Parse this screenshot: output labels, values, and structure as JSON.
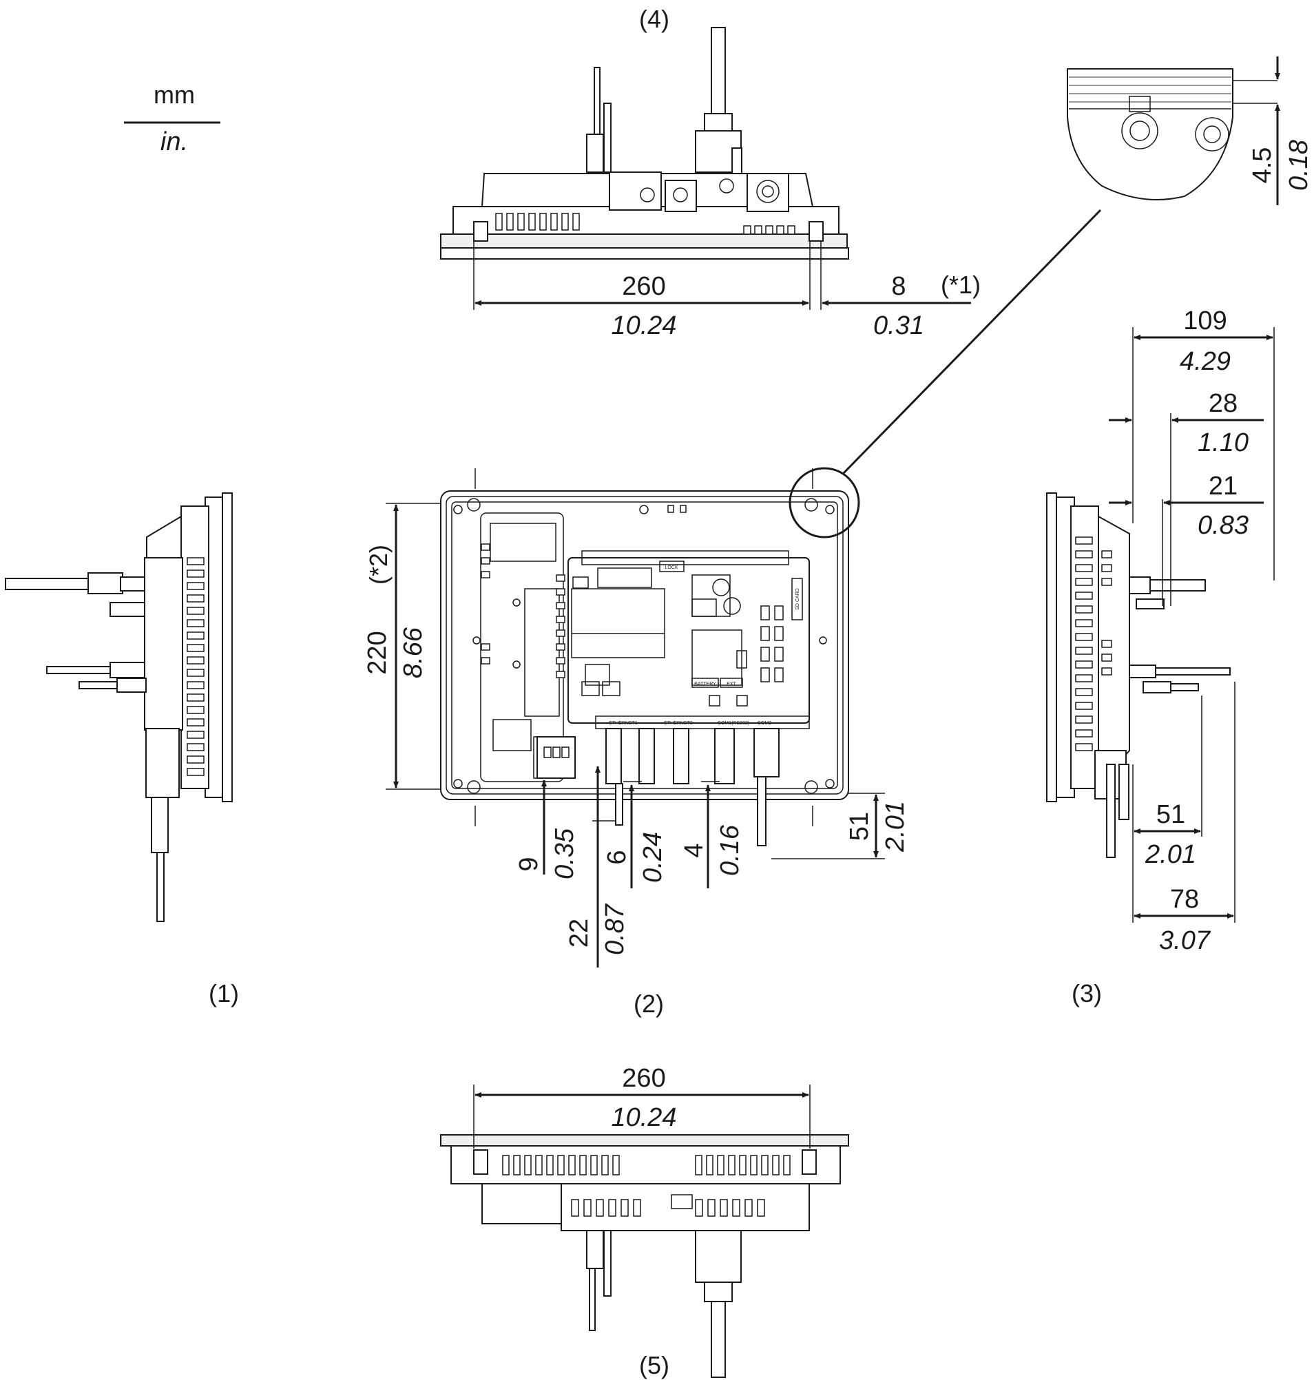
{
  "units": {
    "mm": "mm",
    "inch": "in."
  },
  "view_labels": {
    "left": "(1)",
    "rear": "(2)",
    "right": "(3)",
    "top": "(4)",
    "bottom": "(5)"
  },
  "top_view": {
    "width_mm": "260",
    "width_in": "10.24",
    "offset_mm": "8",
    "offset_in": "0.31",
    "offset_note": "(*1)"
  },
  "detail": {
    "mm": "4.5",
    "in": "0.18"
  },
  "rear_view": {
    "height_mm": "220",
    "height_in": "8.66",
    "height_note": "(*2)",
    "d9_mm": "9",
    "d9_in": "0.35",
    "d22_mm": "22",
    "d22_in": "0.87",
    "d6_mm": "6",
    "d6_in": "0.24",
    "d4_mm": "4",
    "d4_in": "0.16",
    "d51_mm": "51",
    "d51_in": "2.01",
    "board_labels": [
      "LOCK",
      "BATTERY",
      "EXT",
      "SD CARD",
      "ETHERNET1",
      "ETHERNET2",
      "COM1(RS232)",
      "COM2"
    ]
  },
  "side_view": {
    "d109_mm": "109",
    "d109_in": "4.29",
    "d28_mm": "28",
    "d28_in": "1.10",
    "d21_mm": "21",
    "d21_in": "0.83",
    "d51_mm": "51",
    "d51_in": "2.01",
    "d78_mm": "78",
    "d78_in": "3.07"
  },
  "bottom_view": {
    "width_mm": "260",
    "width_in": "10.24"
  }
}
